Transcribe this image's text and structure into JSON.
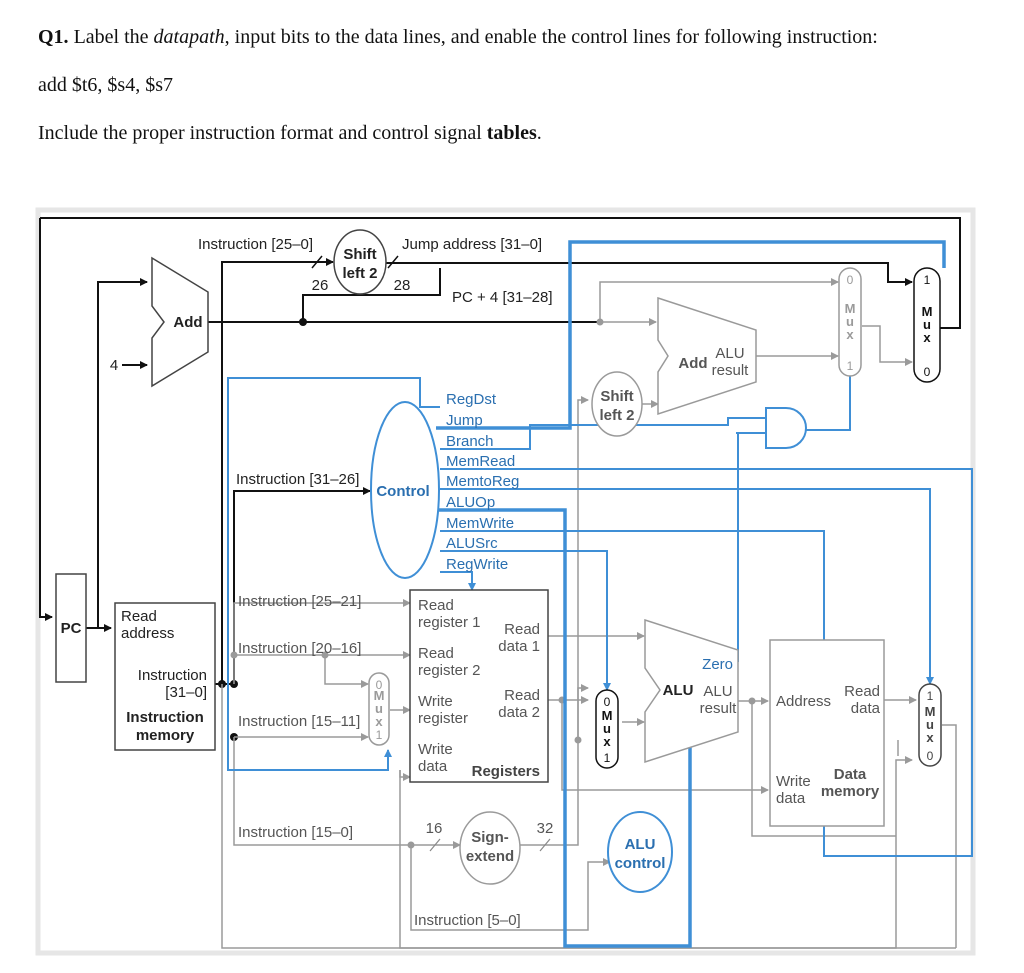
{
  "question": {
    "number": "Q1.",
    "intro": "Label the",
    "italic_word": "datapath",
    "rest": ", input bits to the data lines, and enable the control lines for following instruction:",
    "instruction": "add $t6, $s4, $s7",
    "line3_prefix": "Include the proper instruction format and control signal",
    "line3_bold": "tables",
    "line3_suffix": "."
  },
  "diagram": {
    "pc": "PC",
    "imem": {
      "read_address_1": "Read",
      "read_address_2": "address",
      "instruction_1": "Instruction",
      "instruction_2": "[31–0]",
      "title_1": "Instruction",
      "title_2": "memory"
    },
    "adders": {
      "pc_add": "Add",
      "four": "4",
      "branch_add": "Add",
      "alu_1": "ALU",
      "alu_2": "result"
    },
    "shift_jump": {
      "l1": "Shift",
      "l2": "left 2",
      "in_bits": "26",
      "out_bits": "28"
    },
    "shift_branch": {
      "l1": "Shift",
      "l2": "left 2"
    },
    "labels": {
      "instr_25_0": "Instruction [25–0]",
      "jump_addr": "Jump address [31–0]",
      "pc4": "PC + 4 [31–28]",
      "instr_31_26": "Instruction [31–26]",
      "instr_25_21": "Instruction [25–21]",
      "instr_20_16": "Instruction [20–16]",
      "instr_15_11": "Instruction [15–11]",
      "instr_15_0": "Instruction [15–0]",
      "instr_5_0": "Instruction [5–0]"
    },
    "control": {
      "title": "Control",
      "signals": [
        "RegDst",
        "Jump",
        "Branch",
        "MemRead",
        "MemtoReg",
        "ALUOp",
        "MemWrite",
        "ALUSrc",
        "RegWrite"
      ]
    },
    "registers": {
      "rr1_1": "Read",
      "rr1_2": "register 1",
      "rr2_1": "Read",
      "rr2_2": "register 2",
      "wr_1": "Write",
      "wr_2": "register",
      "wd_1": "Write",
      "wd_2": "data",
      "rd1_1": "Read",
      "rd1_2": "data 1",
      "rd2_1": "Read",
      "rd2_2": "data 2",
      "title": "Registers"
    },
    "sign_extend": {
      "l1": "Sign-",
      "l2": "extend",
      "in_bits": "16",
      "out_bits": "32"
    },
    "alu": {
      "name": "ALU",
      "zero": "Zero",
      "result_1": "ALU",
      "result_2": "result"
    },
    "alu_control": {
      "l1": "ALU",
      "l2": "control"
    },
    "dmem": {
      "address": "Address",
      "read_1": "Read",
      "read_2": "data",
      "write_1": "Write",
      "write_2": "data",
      "title_1": "Data",
      "title_2": "memory"
    },
    "mux": {
      "letters": [
        "M",
        "u",
        "x"
      ],
      "zero": "0",
      "one": "1"
    }
  }
}
